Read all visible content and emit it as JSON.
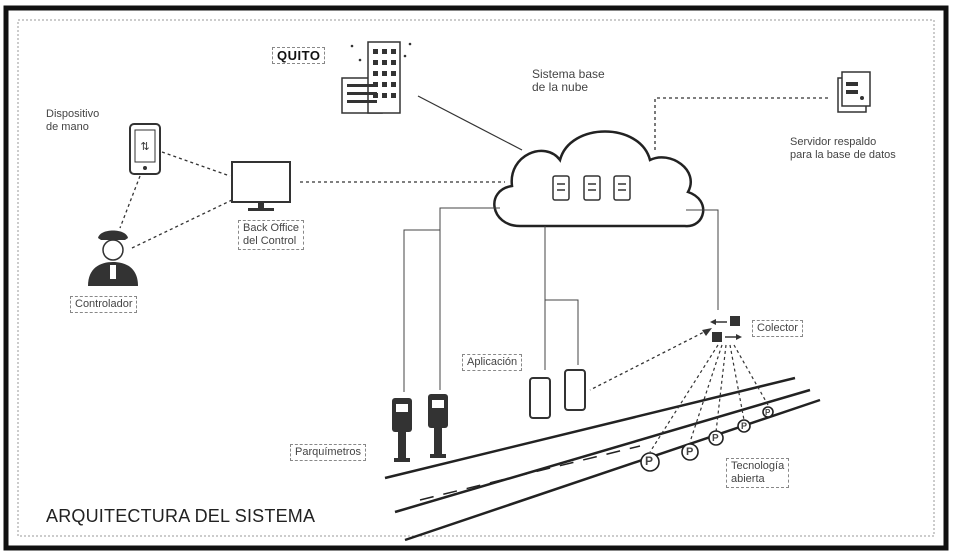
{
  "labels": {
    "quito": "QUITO",
    "cloud_system": "Sistema base\nde la nube",
    "backup_server": "Servidor respaldo\npara la base de datos",
    "mobile_device": "Dispositivo\nde mano",
    "back_office": "Back Office\ndel Control",
    "controller": "Controlador",
    "collector": "Colector",
    "application": "Aplicación",
    "parking_meters": "Parquímetros",
    "open_technology": "Tecnología\nabierta"
  },
  "title": "ARQUITECTURA DEL SISTEMA",
  "parking_symbol": "P",
  "icons": {
    "building": "building-icon",
    "cloud": "cloud-icon",
    "server": "server-icon",
    "phone": "phone-icon",
    "monitor": "monitor-icon",
    "officer": "officer-icon",
    "collector": "collector-icon",
    "meter": "parking-meter-icon"
  }
}
